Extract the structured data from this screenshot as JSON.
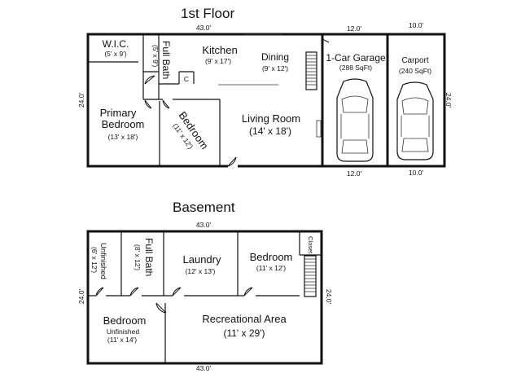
{
  "first_floor": {
    "title": "1st Floor",
    "dims": {
      "top_main": "43.0'",
      "top_garage": "12.0'",
      "top_carport": "10.0'",
      "bottom_garage": "12.0'",
      "bottom_carport": "10.0'",
      "left": "24.0'",
      "right": "24.0'"
    },
    "rooms": {
      "wic": {
        "name": "W.I.C.",
        "size": "(5' x 9')"
      },
      "full_bath": {
        "name": "Full Bath",
        "size": "(5' x 9')"
      },
      "closet_c": {
        "name": "C"
      },
      "kitchen": {
        "name": "Kitchen",
        "size": "(9' x 17')"
      },
      "dining": {
        "name": "Dining",
        "size": "(9' x 12')"
      },
      "primary": {
        "name1": "Primary",
        "name2": "Bedroom",
        "size": "(13' x 18')"
      },
      "bedroom": {
        "name": "Bedroom",
        "size": "(11' x 12')"
      },
      "living": {
        "name": "Living Room",
        "size": "(14' x 18')"
      },
      "garage": {
        "name": "1-Car Garage",
        "size": "(288 SqFt)"
      },
      "carport": {
        "name": "Carport",
        "size": "(240 SqFt)"
      }
    }
  },
  "basement": {
    "title": "Basement",
    "dims": {
      "top": "43.0'",
      "bottom": "43.0'",
      "left": "24.0'",
      "right": "24.0'"
    },
    "rooms": {
      "unfinished": {
        "name": "Unfinished",
        "size": "(6' x 12')"
      },
      "full_bath": {
        "name": "Full Bath",
        "size": "(8' x 12')"
      },
      "laundry": {
        "name": "Laundry",
        "size": "(12' x 13')"
      },
      "bedroom": {
        "name": "Bedroom",
        "size": "(11' x 12')"
      },
      "closet": {
        "name": "Closet"
      },
      "bedroom_unf": {
        "name": "Bedroom",
        "sub": "Unfinished",
        "size": "(11' x 14')"
      },
      "rec": {
        "name": "Recreational Area",
        "size": "(11' x 29')"
      }
    }
  }
}
